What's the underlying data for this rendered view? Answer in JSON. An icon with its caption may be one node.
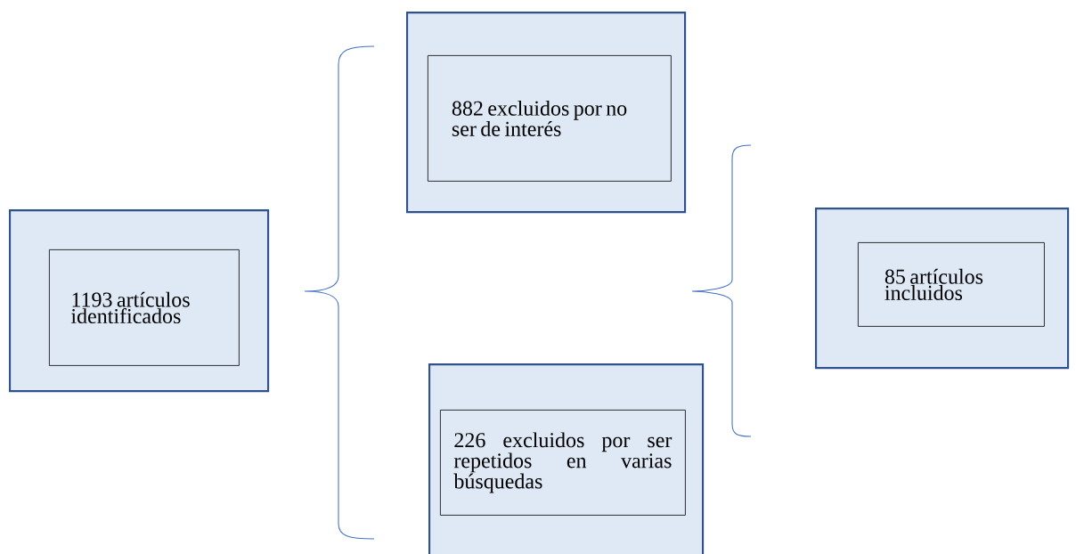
{
  "diagram": {
    "nodes": [
      {
        "text": [],
        "shape": "box"
      },
      {
        "text": [
          "1193 artículos identificados"
        ],
        "in": 0
      },
      {
        "text": [],
        "shape": "box"
      },
      {
        "text": [
          "882 excluidos por no ser de interés"
        ],
        "in": 2
      },
      {
        "text": [],
        "shape": "box"
      },
      {
        "text": [
          "226 excluidos por ser repetidos en varias búsquedas"
        ],
        "in": 4
      },
      {
        "text": [],
        "shape": "box"
      },
      {
        "text": [
          "85 artículos incluidos"
        ],
        "in": 6
      }
    ]
  }
}
